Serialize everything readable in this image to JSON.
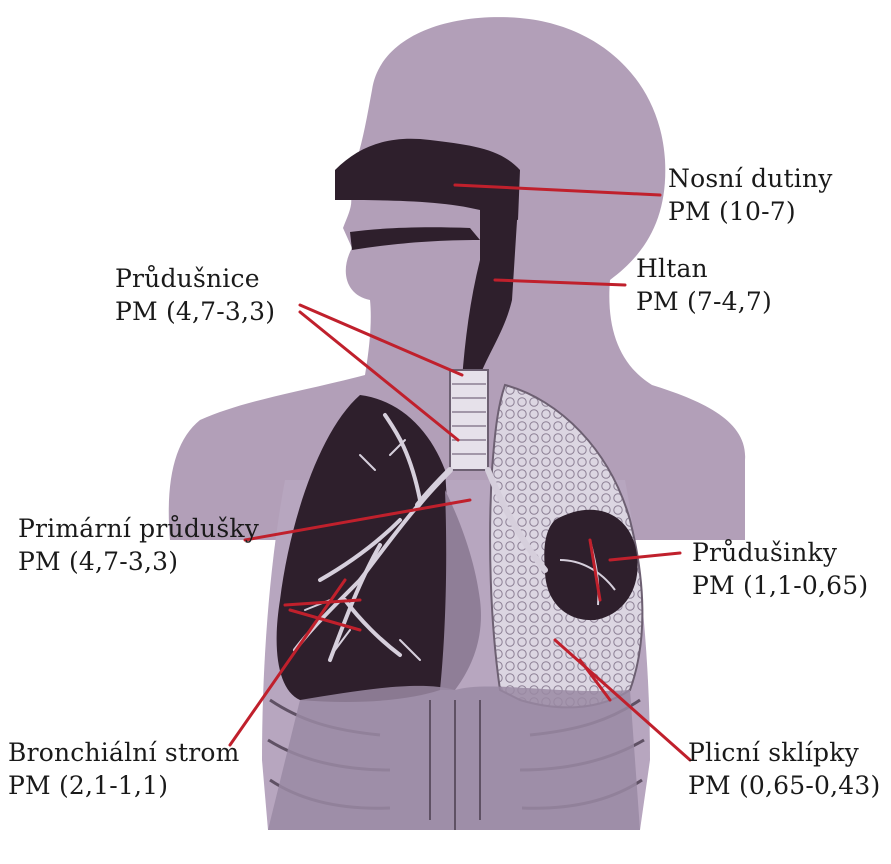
{
  "labels": {
    "nasal": {
      "name": "Nosní dutiny",
      "size": "PM (10-7)"
    },
    "pharynx": {
      "name": "Hltan",
      "size": "PM (7-4,7)"
    },
    "trachea": {
      "name": "Průdušnice",
      "size": "PM (4,7-3,3)"
    },
    "primary_bronchi": {
      "name": "Primární průdušky",
      "size": "PM (4,7-3,3)"
    },
    "bronchioles": {
      "name": "Průdušinky",
      "size": "PM (1,1-0,65)"
    },
    "bronchial_tree": {
      "name": "Bronchiální strom",
      "size": "PM (2,1-1,1)"
    },
    "alveoli": {
      "name": "Plicní sklípky",
      "size": "PM (0,65-0,43)"
    }
  },
  "colors": {
    "body_silhouette": "#b29fb8",
    "dark_airway": "#2e1f2c",
    "light_lung": "#d8d2df",
    "pointer_line": "#c0202c"
  }
}
